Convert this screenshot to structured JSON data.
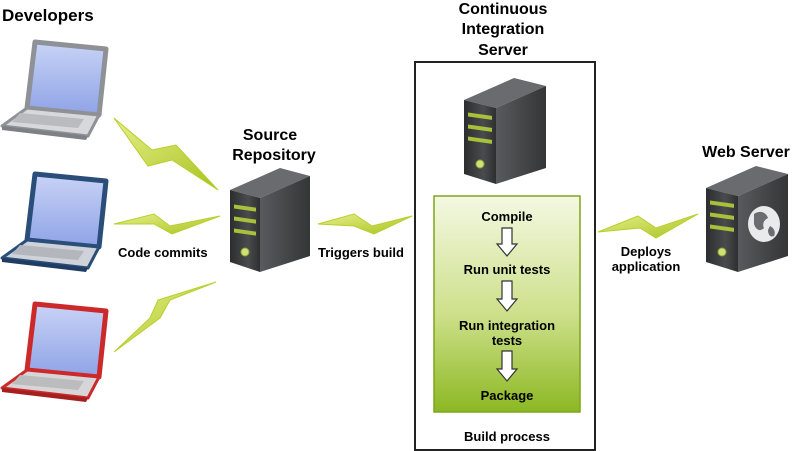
{
  "labels": {
    "developers": "Developers",
    "source_repo_line1": "Source",
    "source_repo_line2": "Repository",
    "ci_line1": "Continuous",
    "ci_line2": "Integration",
    "ci_line3": "Server",
    "web_server": "Web Server",
    "code_commits": "Code commits",
    "triggers_build": "Triggers build",
    "deploys_line1": "Deploys",
    "deploys_line2": "application",
    "build_process": "Build process"
  },
  "build_steps": [
    {
      "label": "Compile"
    },
    {
      "label": "Run unit tests"
    },
    {
      "label": "Run integration",
      "label2": "tests"
    },
    {
      "label": "Package"
    }
  ],
  "colors": {
    "laptop_gray": "#8e9196",
    "laptop_blue": "#2a4d7a",
    "laptop_red": "#cc2a2a",
    "screen": "#a9b9ee",
    "bolt": "#c5da3e",
    "server_body": "#3c3d3f",
    "server_stripe": "#a6c13b",
    "build_box_top": "#f2f7de",
    "build_box_bottom": "#8fba24"
  },
  "icons": {
    "laptop": "laptop-icon",
    "server": "server-icon",
    "web_server": "web-server-icon",
    "arrow": "down-arrow-icon",
    "bolt": "lightning-bolt-icon"
  }
}
